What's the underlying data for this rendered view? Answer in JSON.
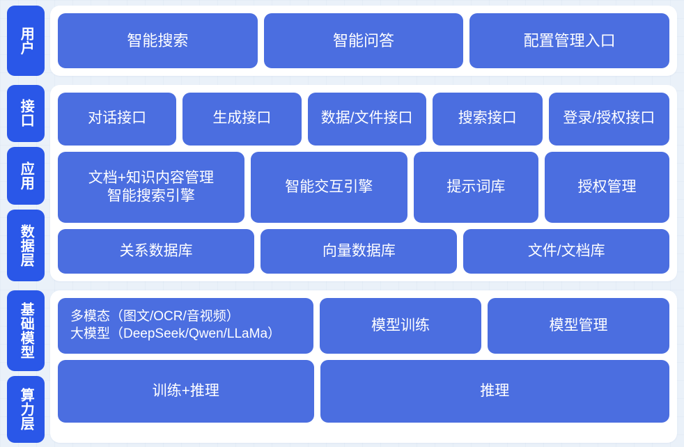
{
  "sections": [
    {
      "id": "user",
      "rail": [
        {
          "label": "用户"
        }
      ],
      "rows": [
        {
          "id": "user-entries",
          "boxes": [
            {
              "label": "智能搜索",
              "flex": 1
            },
            {
              "label": "智能问答",
              "flex": 1
            },
            {
              "label": "配置管理入口",
              "flex": 1
            }
          ]
        }
      ]
    },
    {
      "id": "middle",
      "rail": [
        {
          "label": "接口"
        },
        {
          "label": "应用"
        },
        {
          "label": "数据层"
        }
      ],
      "rows": [
        {
          "id": "interface",
          "boxes": [
            {
              "label": "对话接口",
              "flex": 1
            },
            {
              "label": "生成接口",
              "flex": 1
            },
            {
              "label": "数据/文件接口",
              "flex": 1
            },
            {
              "label": "搜索接口",
              "flex": 0.92
            },
            {
              "label": "登录/授权接口",
              "flex": 1.02
            }
          ]
        },
        {
          "id": "application",
          "boxes": [
            {
              "label": "文档+知识内容管理\n智能搜索引擎",
              "flex": 1.42
            },
            {
              "label": "智能交互引擎",
              "flex": 1.18
            },
            {
              "label": "提示词库",
              "flex": 0.92
            },
            {
              "label": "授权管理",
              "flex": 0.92
            }
          ]
        },
        {
          "id": "data",
          "boxes": [
            {
              "label": "关系数据库",
              "flex": 1
            },
            {
              "label": "向量数据库",
              "flex": 1
            },
            {
              "label": "文件/文档库",
              "flex": 1.05
            }
          ]
        }
      ]
    },
    {
      "id": "base",
      "rail": [
        {
          "label": "基础模型"
        },
        {
          "label": "算力层"
        }
      ],
      "rows": [
        {
          "id": "model",
          "boxes": [
            {
              "label": "多模态（图文/OCR/音视频）\n大模型（DeepSeek/Qwen/LLaMa）",
              "flex": 1.42,
              "variant": "multimodal"
            },
            {
              "label": "模型训练",
              "flex": 0.9
            },
            {
              "label": "模型管理",
              "flex": 1.02
            }
          ]
        },
        {
          "id": "compute",
          "boxes": [
            {
              "label": "训练+推理",
              "flex": 0.92
            },
            {
              "label": "推理",
              "flex": 1.27
            }
          ]
        }
      ]
    }
  ],
  "colors": {
    "page_background": "#eaf1f9",
    "panel_background": "#ffffff",
    "rail_tab": "#2a57e8",
    "content_box": "#4b6ee0",
    "text_on_blue": "#ffffff"
  }
}
